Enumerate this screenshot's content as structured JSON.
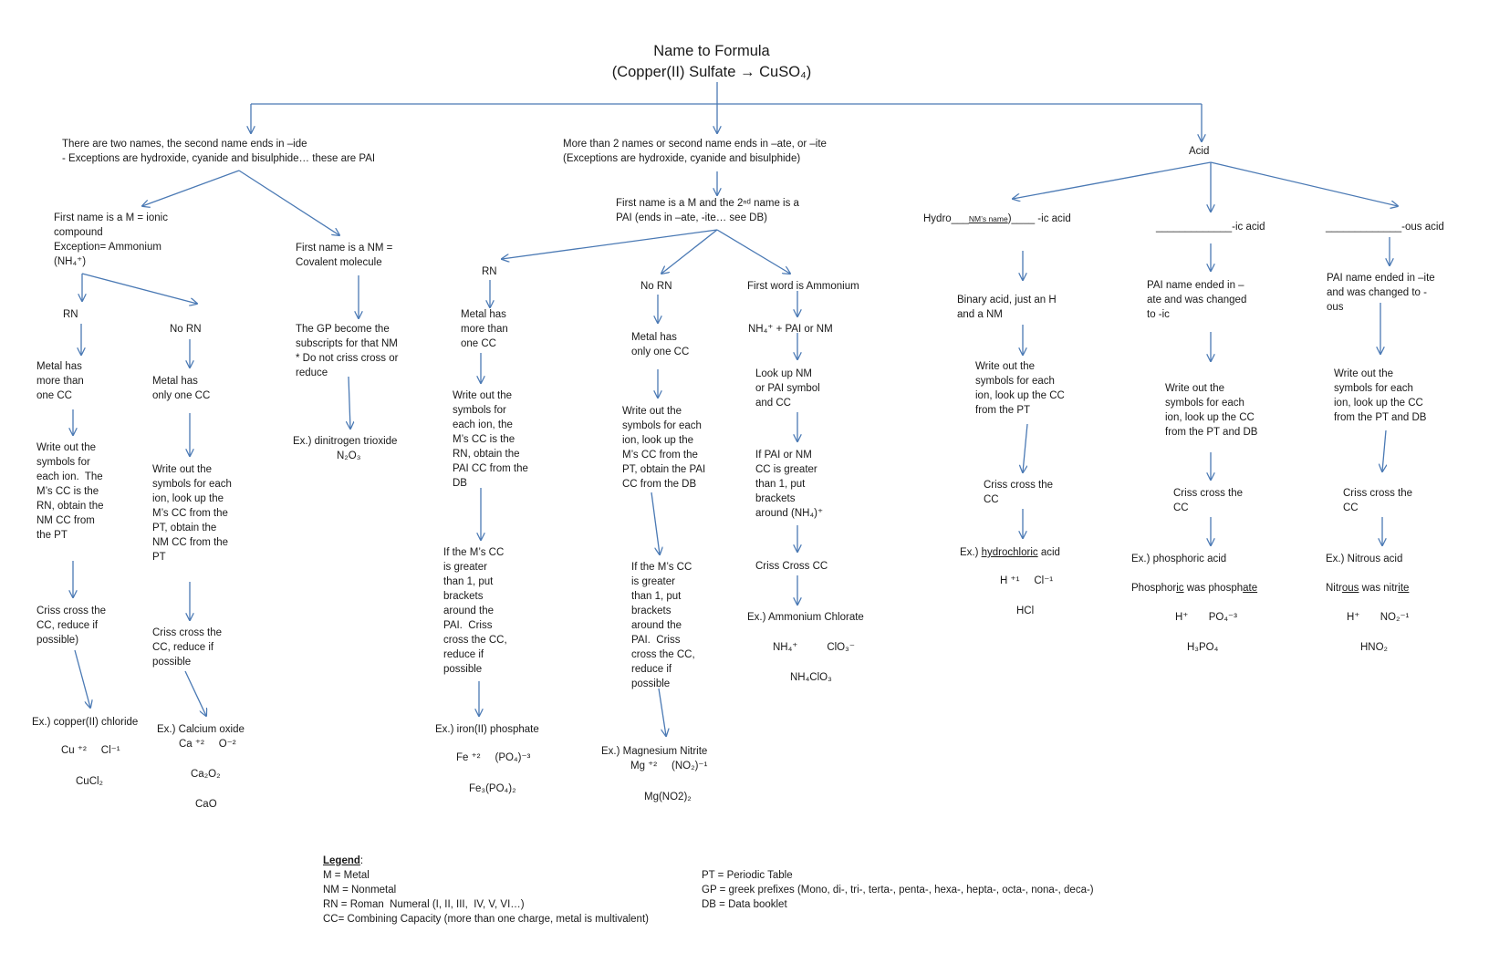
{
  "title": {
    "line1": "Name to Formula",
    "line2": "(Copper(II) Sulfate → CuSO₄)"
  },
  "branches": {
    "ide": {
      "header": "There are two names, the second name ends in –ide\n- Exceptions are hydroxide, cyanide and bisulphide… these are PAI",
      "ionic": "First name is a M = ionic\ncompound\nException= Ammonium\n(NH₄⁺)",
      "covalent": "First name is a NM =\nCovalent molecule",
      "rn_label": "RN",
      "rn_step1": "Metal has\nmore than\none CC",
      "rn_step2": "Write out the\nsymbols for\neach ion.  The\nM’s CC is the\nRN, obtain the\nNM CC from\nthe PT",
      "rn_step3": "Criss cross the\nCC, reduce if\npossible)",
      "rn_example": "Ex.) copper(II) chloride",
      "rn_ions": "Cu ⁺²     Cl⁻¹",
      "rn_formula": "CuCl₂",
      "norn_label": "No RN",
      "norn_step1": "Metal has\nonly one CC",
      "norn_step2": "Write out the\nsymbols for each\nion, look up the\nM’s CC from the\nPT, obtain the\nNM CC from the\nPT",
      "norn_step3": "Criss cross the\nCC, reduce if\npossible",
      "norn_example": "Ex.) Calcium oxide",
      "norn_ions": "Ca ⁺²     O⁻²",
      "norn_formula1": "Ca₂O₂",
      "norn_formula2": "CaO",
      "cov_step1": "The GP become the\nsubscripts for that NM\n* Do not criss cross or\nreduce",
      "cov_example": "Ex.) dinitrogen trioxide",
      "cov_formula": "N₂O₃"
    },
    "ate": {
      "header": "More than 2 names or second name ends in –ate, or –ite\n(Exceptions are hydroxide, cyanide and bisulphide)",
      "pai": "First name is a M and the 2ⁿᵈ name is a\nPAI (ends in –ate, -ite… see DB)",
      "rn_label": "RN",
      "rn_step1": "Metal has\nmore than\none CC",
      "rn_step2": "Write out the\nsymbols for\neach ion, the\nM’s CC is the\nRN, obtain the\nPAI CC from the\nDB",
      "rn_step3": "If the M’s CC\nis greater\nthan 1, put\nbrackets\naround the\nPAI.  Criss\ncross the CC,\nreduce if\npossible",
      "rn_example": "Ex.) iron(II) phosphate",
      "rn_ions": "Fe ⁺²     (PO₄)⁻³",
      "rn_formula": "Fe₃(PO₄)₂",
      "norn_label": "No RN",
      "norn_step1": "Metal has\nonly one CC",
      "norn_step2": "Write out the\nsymbols for each\nion, look up the\nM’s CC from the\nPT, obtain the PAI\nCC from the DB",
      "norn_step3": "If the M’s CC\nis greater\nthan 1, put\nbrackets\naround the\nPAI.  Criss\ncross the CC,\nreduce if\npossible",
      "norn_example": "Ex.) Magnesium Nitrite",
      "norn_ions": "Mg ⁺²     (NO₂)⁻¹",
      "norn_formula": "Mg(NO2)₂",
      "amm_label": "First word is Ammonium",
      "amm_step1": "NH₄⁺ + PAI or NM",
      "amm_step2": "Look up NM\nor PAI symbol\nand CC",
      "amm_step3": "If PAI or NM\nCC is greater\nthan 1, put\nbrackets\naround (NH₄)⁺",
      "amm_step4": "Criss Cross CC",
      "amm_example": "Ex.) Ammonium Chlorate",
      "amm_ions": "NH₄⁺          ClO₃⁻",
      "amm_formula": "NH₄ClO₃"
    },
    "acid": {
      "header": "Acid",
      "hydro_label_a": "Hydro___",
      "hydro_label_b": "NM’s name",
      "hydro_label_c": ")____ -ic acid",
      "hydro_step1": "Binary acid, just an H\nand a NM",
      "hydro_step2": "Write out the\nsymbols for each\nion, look up the CC\nfrom the PT",
      "hydro_step3": "Criss cross the\nCC",
      "hydro_example_a": "Ex.) ",
      "hydro_example_u": "hydrochloric",
      "hydro_example_b": " acid",
      "hydro_ions": "H ⁺¹     Cl⁻¹",
      "hydro_formula": "HCl",
      "ic_label": "_____________-ic acid",
      "ic_step1": "PAI name ended in –\nate and was changed\nto -ic",
      "ic_step2": "Write out the\nsymbols for each\nion, look up the CC\nfrom the PT and DB",
      "ic_step3": "Criss cross the\nCC",
      "ic_example": "Ex.) phosphoric acid",
      "ic_note_a": "Phosphor",
      "ic_note_u1": "ic",
      "ic_note_b": " was phosph",
      "ic_note_u2": "ate",
      "ic_ions": "H⁺       PO₄⁻³",
      "ic_formula": "H₃PO₄",
      "ous_label": "_____________-ous acid",
      "ous_step1": "PAI name ended in –ite\nand was changed to -\nous",
      "ous_step2": "Write out the\nsymbols for each\nion, look up the CC\nfrom the PT and DB",
      "ous_step3": "Criss cross the\nCC",
      "ous_example": "Ex.) Nitrous acid",
      "ous_note_a": "Nitr",
      "ous_note_u1": "ous",
      "ous_note_b": " was nitr",
      "ous_note_u2": "ite",
      "ous_ions": "H⁺       NO₂⁻¹",
      "ous_formula": "HNO₂"
    }
  },
  "legend": {
    "heading": "Legend",
    "colon": ":",
    "left": "M = Metal\nNM = Nonmetal\nRN = Roman  Numeral (I, II, III,  IV, V, VI…)\nCC= Combining Capacity (more than one charge, metal is multivalent)",
    "right": "PT = Periodic Table\nGP = greek prefixes (Mono, di-, tri-, terta-, penta-, hexa-, hepta-, octa-, nona-, deca-)\nDB = Data booklet"
  },
  "colors": {
    "arrow": "#4a79b4",
    "text": "#1a1a1a"
  }
}
